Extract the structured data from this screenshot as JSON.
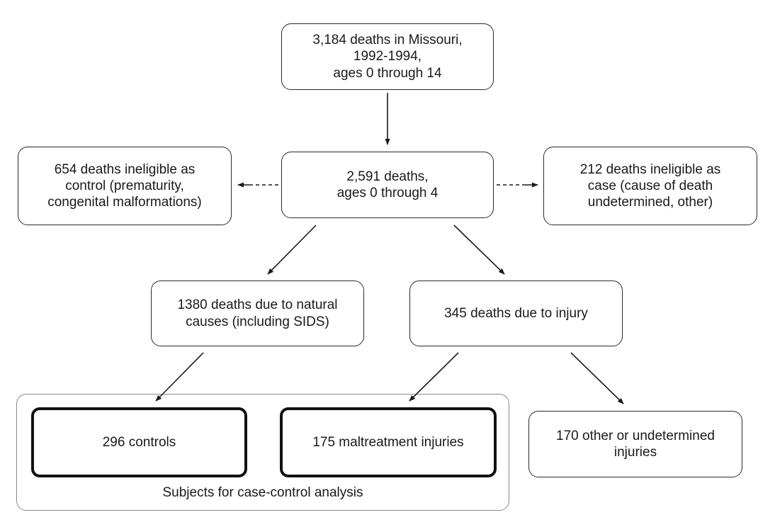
{
  "diagram": {
    "nodes": {
      "total": "3,184 deaths in Missouri,\n1992-1994,\nages 0 through 14",
      "under5": "2,591 deaths,\nages 0 through 4",
      "ineligible_control": "654 deaths ineligible as\ncontrol (prematurity,\ncongenital malformations)",
      "ineligible_case": "212 deaths ineligible as\ncase (cause of death\nundetermined, other)",
      "natural": "1380 deaths due to natural\ncauses (including SIDS)",
      "injury": "345 deaths due to injury",
      "controls": "296 controls",
      "maltreatment": "175 maltreatment injuries",
      "other_injuries": "170 other or undetermined\ninjuries"
    },
    "group_label": "Subjects for case-control analysis",
    "edges": [
      {
        "from": "total",
        "to": "under5",
        "style": "solid"
      },
      {
        "from": "under5",
        "to": "ineligible_control",
        "style": "dashed"
      },
      {
        "from": "under5",
        "to": "ineligible_case",
        "style": "dashed"
      },
      {
        "from": "under5",
        "to": "natural",
        "style": "solid"
      },
      {
        "from": "under5",
        "to": "injury",
        "style": "solid"
      },
      {
        "from": "natural",
        "to": "controls",
        "style": "solid"
      },
      {
        "from": "injury",
        "to": "maltreatment",
        "style": "solid"
      },
      {
        "from": "injury",
        "to": "other_injuries",
        "style": "solid"
      }
    ]
  }
}
